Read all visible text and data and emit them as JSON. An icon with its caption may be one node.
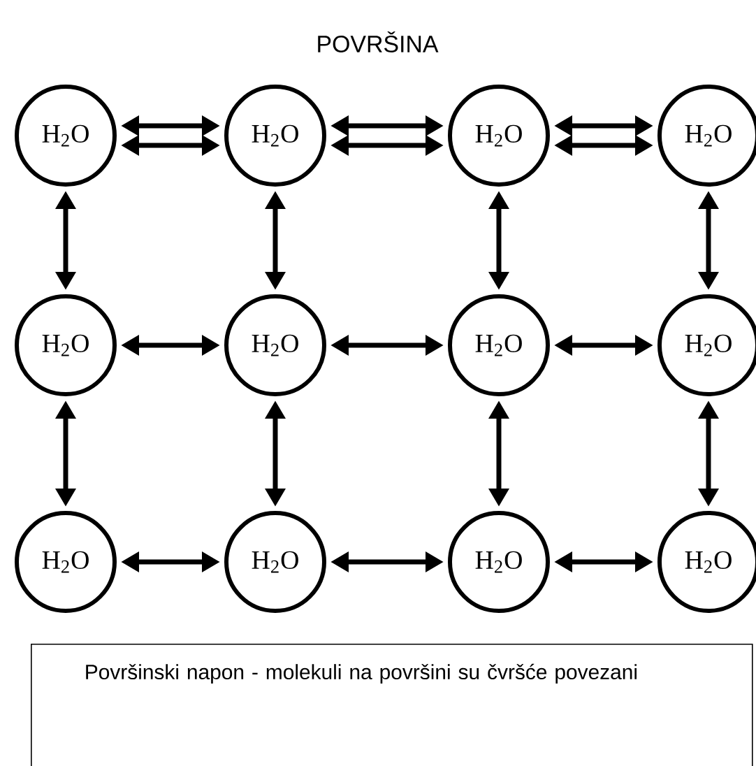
{
  "diagram": {
    "title": "POVRŠINA",
    "nodes": [
      {
        "text": [
          "H$_{2}$O"
        ]
      },
      {
        "text": [
          "H$_{2}$O"
        ]
      },
      {
        "text": [
          "H$_{2}$O"
        ]
      },
      {
        "text": [
          "H$_{2}$O"
        ]
      },
      {
        "text": [
          "H$_{2}$O"
        ]
      },
      {
        "text": [
          "H$_{2}$O"
        ]
      },
      {
        "text": [
          "H$_{2}$O"
        ]
      },
      {
        "text": [
          "H$_{2}$O"
        ]
      },
      {
        "text": [
          "H$_{2}$O"
        ]
      },
      {
        "text": [
          "H$_{2}$O"
        ]
      },
      {
        "text": [
          "H$_{2}$O"
        ]
      },
      {
        "text": [
          "H$_{2}$O"
        ]
      },
      {
        "text": [
          "Površinski napon - molekuli na površini su čvršće povezani"
        ]
      }
    ],
    "edges": [
      {
        "from": 0,
        "to": 1,
        "arrow": "both"
      },
      {
        "from": 0,
        "to": 1,
        "arrow": "both"
      },
      {
        "from": 1,
        "to": 2,
        "arrow": "both"
      },
      {
        "from": 1,
        "to": 2,
        "arrow": "both"
      },
      {
        "from": 2,
        "to": 3,
        "arrow": "both"
      },
      {
        "from": 2,
        "to": 3,
        "arrow": "both"
      },
      {
        "from": 0,
        "to": 4,
        "arrow": "both"
      },
      {
        "from": 1,
        "to": 5,
        "arrow": "both"
      },
      {
        "from": 2,
        "to": 6,
        "arrow": "both"
      },
      {
        "from": 3,
        "to": 7,
        "arrow": "both"
      },
      {
        "from": 4,
        "to": 5,
        "arrow": "both"
      },
      {
        "from": 5,
        "to": 6,
        "arrow": "both"
      },
      {
        "from": 6,
        "to": 7,
        "arrow": "both"
      },
      {
        "from": 4,
        "to": 8,
        "arrow": "both"
      },
      {
        "from": 5,
        "to": 9,
        "arrow": "both"
      },
      {
        "from": 6,
        "to": 10,
        "arrow": "both"
      },
      {
        "from": 7,
        "to": 11,
        "arrow": "both"
      },
      {
        "from": 8,
        "to": 9,
        "arrow": "both"
      },
      {
        "from": 9,
        "to": 10,
        "arrow": "both"
      },
      {
        "from": 10,
        "to": 11,
        "arrow": "both"
      }
    ]
  }
}
